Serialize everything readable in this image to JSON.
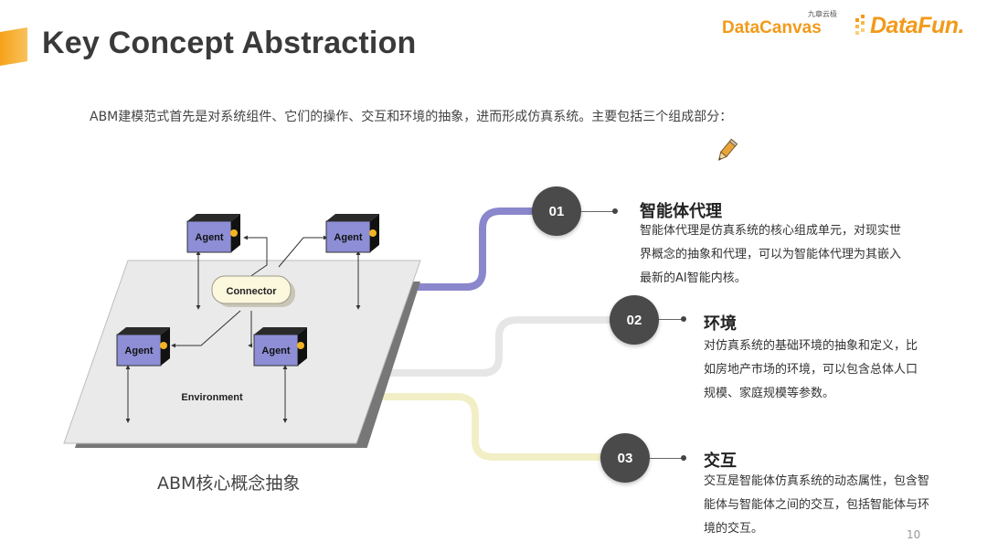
{
  "header": {
    "title": "Key Concept Abstraction",
    "logo_datacanvas": "DataCanvas",
    "logo_datacanvas_cn": "九章云极",
    "logo_datafun": "DataFun."
  },
  "intro_text": "ABM建模范式首先是对系统组件、它们的操作、交互和环境的抽象，进而形成仿真系统。主要包括三个组成部分：",
  "diagram": {
    "agents": [
      "Agent",
      "Agent",
      "Agent",
      "Agent"
    ],
    "connector_label": "Connector",
    "environment_label": "Environment",
    "caption": "ABM核心概念抽象"
  },
  "items": [
    {
      "number": "01",
      "title": "智能体代理",
      "desc_lines": [
        "智能体代理是仿真系统的核心组成单元，对现实世",
        "界概念的抽象和代理，可以为智能体代理为其嵌入",
        "最新的AI智能内核。"
      ]
    },
    {
      "number": "02",
      "title": "环境",
      "desc_lines": [
        "对仿真系统的基础环境的抽象和定义，比",
        "如房地产市场的环境，可以包含总体人口",
        "规模、家庭规模等参数。"
      ]
    },
    {
      "number": "03",
      "title": "交互",
      "desc_lines": [
        "交互是智能体仿真系统的动态属性，包含智",
        "能体与智能体之间的交互，包括智能体与环",
        "境的交互。"
      ]
    }
  ],
  "colors": {
    "accent": "#f29a1a",
    "line_purple": "#8a87cc",
    "line_gray": "#e6e6e6",
    "line_yellow": "#f2efc6",
    "agent_box": "#8d8ed6",
    "circle": "#4a4a4a"
  },
  "page_number": "10"
}
